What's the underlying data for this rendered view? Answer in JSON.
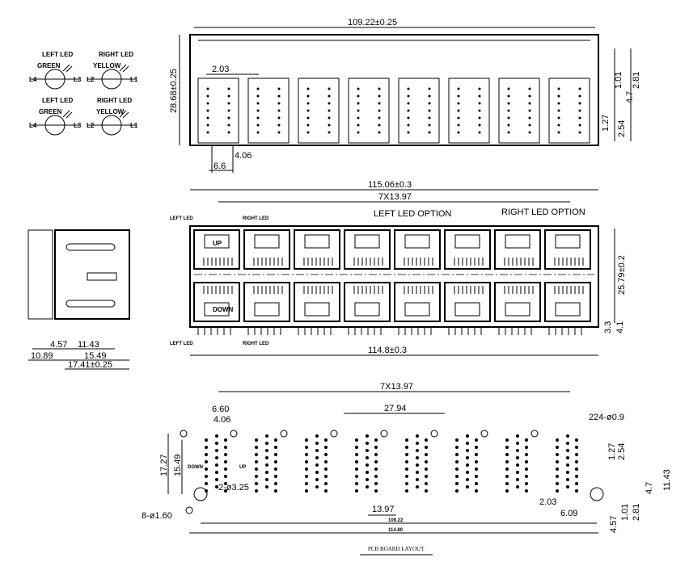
{
  "led_legend": {
    "left_led": "LEFT LED",
    "right_led": "RIGHT LED",
    "green": "GREEN",
    "yellow": "YELLOW",
    "l1": "L1",
    "l2": "L2",
    "l3": "L3",
    "l4": "L4"
  },
  "top_view": {
    "width_dim": "109.22±0.25",
    "height_dim": "28.68±0.25",
    "d_2_03": "2.03",
    "d_4_06": "4.06",
    "d_6_6": "6.6",
    "d_1_01": "1.01",
    "d_2_81": "2.81",
    "d_4_7": "4.7",
    "d_1_27": "1.27",
    "d_2_54": "2.54"
  },
  "front_view": {
    "overall_top": "115.06±0.3",
    "pitch": "7X13.97",
    "overall_bottom": "114.8±0.3",
    "height": "25.79±0.2",
    "d_3_3": "3.3",
    "d_4_1": "4.1",
    "left_led_option": "LEFT LED OPTION",
    "right_led_option": "RIGHT LED OPTION",
    "left_led": "LEFT LED",
    "right_led": "RIGHT LED",
    "up": "UP",
    "down": "DOWN"
  },
  "side_view": {
    "d_4_57": "4.57",
    "d_11_43": "11.43",
    "d_10_89": "10.89",
    "d_15_49": "15.49",
    "d_17_41": "17.41±0.25"
  },
  "pcb_layout": {
    "title": "PCB BOARD LAYOUT",
    "pitch": "7X13.97",
    "d_27_94": "27.94",
    "d_6_60": "6.60",
    "d_4_06": "4.06",
    "d_17_27": "17.27",
    "d_15_49": "15.49",
    "mount_holes": "2-ø3.25",
    "small_holes": "8-ø1.60",
    "pin_holes": "224-ø0.9",
    "d_13_97": "13.97",
    "d_109_22": "109.22",
    "d_114_80": "114.80",
    "d_1_27": "1.27",
    "d_2_54": "2.54",
    "d_11_43": "11.43",
    "d_4_7": "4.7",
    "d_2_03": "2.03",
    "d_6_09": "6.09",
    "d_4_57": "4.57",
    "d_1_01": "1.01",
    "d_2_81": "2.81",
    "up": "UP",
    "down": "DOWN"
  }
}
